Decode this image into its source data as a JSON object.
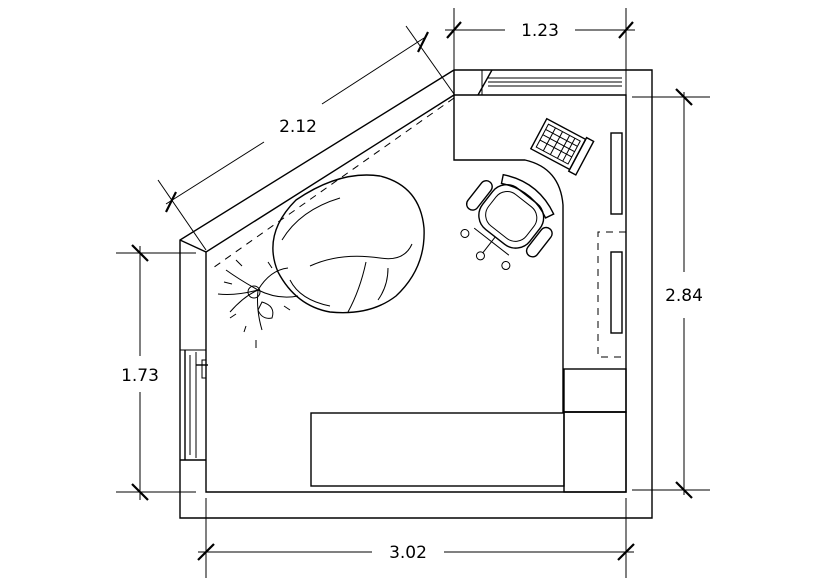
{
  "dimensions": {
    "top": "1.23",
    "diagonal": "2.12",
    "right": "2.84",
    "left": "1.73",
    "bottom": "3.02"
  }
}
